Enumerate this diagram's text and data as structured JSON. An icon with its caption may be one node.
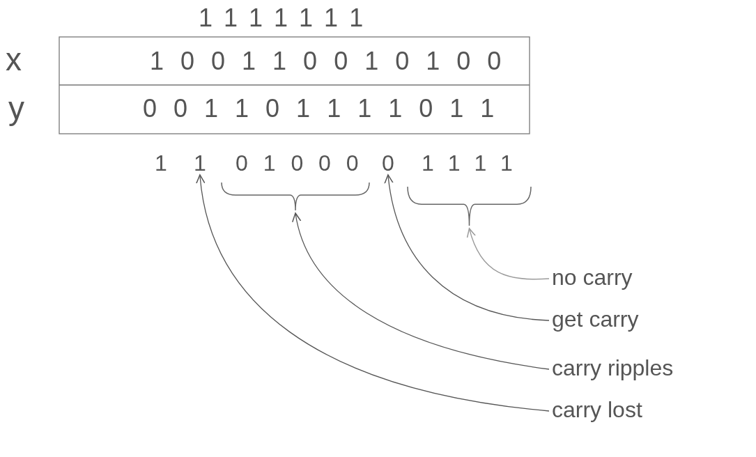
{
  "diagram": {
    "nodes": [
      {
        "text": [
          "1"
        ]
      },
      {
        "text": [],
        "shape": "brace"
      },
      {
        "text": [
          "0"
        ]
      },
      {
        "text": [],
        "shape": "brace"
      },
      {
        "text": [
          "no carry"
        ]
      },
      {
        "text": [
          "get carry"
        ]
      },
      {
        "text": [
          "carry ripples"
        ]
      },
      {
        "text": [
          "carry lost"
        ]
      }
    ],
    "edges": [
      {
        "from": 4,
        "to": 3,
        "arrow": "to",
        "color": "#9a9a9a"
      },
      {
        "from": 5,
        "to": 2,
        "arrow": "to"
      },
      {
        "from": 6,
        "to": 1,
        "arrow": "to"
      },
      {
        "from": 7,
        "to": 0,
        "arrow": "to"
      }
    ],
    "labels": [
      "1 1 1 1 1 1 1",
      "x",
      "1 0 0 1 1 0 0 1 0 1 0 0",
      "y",
      "0 0 1 1 0 1 1 1 1 0 1 1",
      "1",
      "0 1 0 0 0",
      "1 1 1 1"
    ]
  }
}
